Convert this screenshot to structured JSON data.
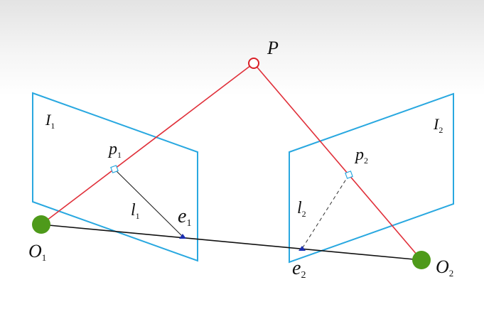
{
  "diagram": {
    "point_label": "P",
    "image_plane_1_label": {
      "base": "I",
      "sub": "1"
    },
    "image_plane_2_label": {
      "base": "I",
      "sub": "2"
    },
    "projection_1_label": {
      "base": "p",
      "sub": "1"
    },
    "projection_2_label": {
      "base": "p",
      "sub": "2"
    },
    "epipolar_line_1_label": {
      "base": "l",
      "sub": "1"
    },
    "epipolar_line_2_label": {
      "base": "l",
      "sub": "2"
    },
    "epipole_1_label": {
      "base": "e",
      "sub": "1"
    },
    "epipole_2_label": {
      "base": "e",
      "sub": "2"
    },
    "camera_center_1_label": {
      "base": "O",
      "sub": "1"
    },
    "camera_center_2_label": {
      "base": "O",
      "sub": "2"
    }
  },
  "colors": {
    "image_plane": "#29a8e0",
    "ray": "#e0303a",
    "baseline": "#111111",
    "camera_center": "#4e9a1a",
    "epipole_marker": "#1c2fb0",
    "point_marker": "#d91f26"
  }
}
